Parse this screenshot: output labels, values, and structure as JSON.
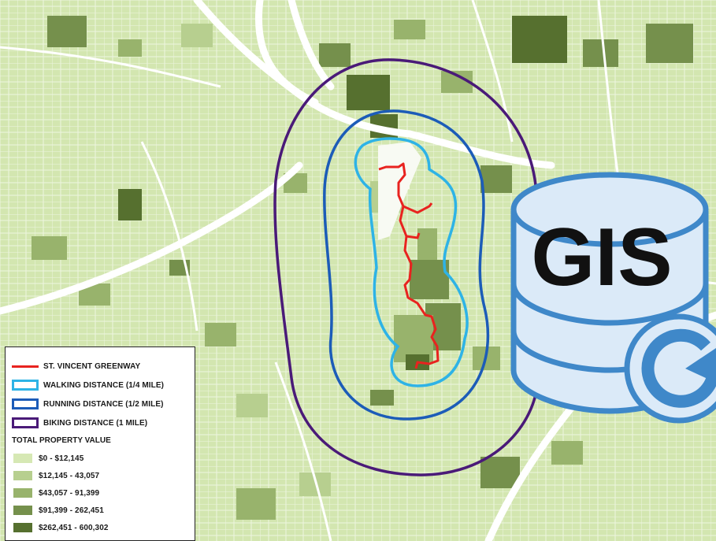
{
  "legend": {
    "items": [
      {
        "label": "ST. VINCENT GREENWAY",
        "color": "#e8231f",
        "kind": "line"
      },
      {
        "label": "WALKING DISTANCE (1/4 MILE)",
        "color": "#2eb3e6",
        "kind": "box"
      },
      {
        "label": "RUNNING DISTANCE (1/2 MILE)",
        "color": "#1c5cb8",
        "kind": "box"
      },
      {
        "label": "BIKING DISTANCE (1 MILE)",
        "color": "#4a1a78",
        "kind": "box"
      }
    ],
    "value_heading": "TOTAL PROPERTY VALUE",
    "value_classes": [
      {
        "label": "$0 - $12,145",
        "color": "#d6e8b4"
      },
      {
        "label": "$12,145 - 43,057",
        "color": "#b7cf8f"
      },
      {
        "label": "$43,057 - 91,399",
        "color": "#98b36c"
      },
      {
        "label": "$91,399 - 262,451",
        "color": "#75904c"
      },
      {
        "label": "$262,451 - 600,302",
        "color": "#56702f"
      }
    ]
  },
  "badge": {
    "text": "GIS",
    "icon": "database-refresh-icon",
    "fill": "#dbeaf8",
    "stroke": "#3f88c9"
  }
}
